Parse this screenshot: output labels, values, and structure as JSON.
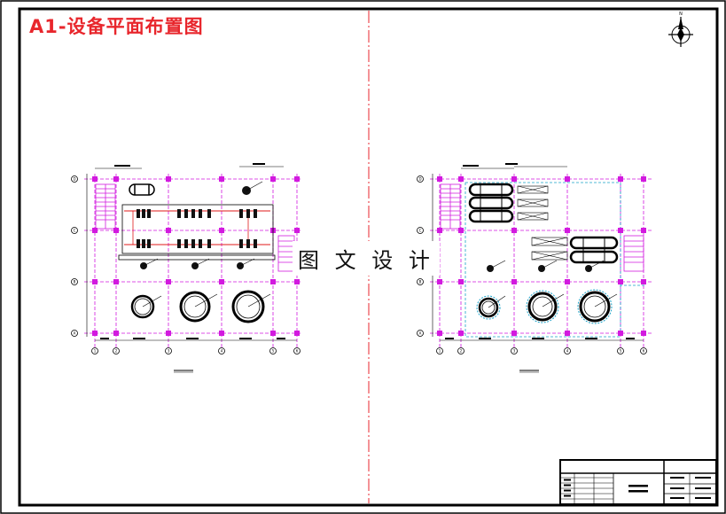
{
  "drawing": {
    "title": "A1-设备平面布置图",
    "watermark": "图 文 设 计"
  },
  "grid_axes": {
    "rows": [
      "A",
      "B",
      "C",
      "D"
    ],
    "cols": [
      "1",
      "2",
      "3",
      "4",
      "5",
      "6"
    ]
  },
  "colors": {
    "frame": "#000000",
    "title": "#e8262c",
    "center_line": "#e8262c",
    "grid_line": "#d21adf",
    "axis_line": "#d21adf",
    "equipment": "#111111",
    "pipe": "#e01a1a",
    "water_line": "#19a2c8"
  },
  "icons": {
    "north_arrow": "north-arrow-icon"
  }
}
